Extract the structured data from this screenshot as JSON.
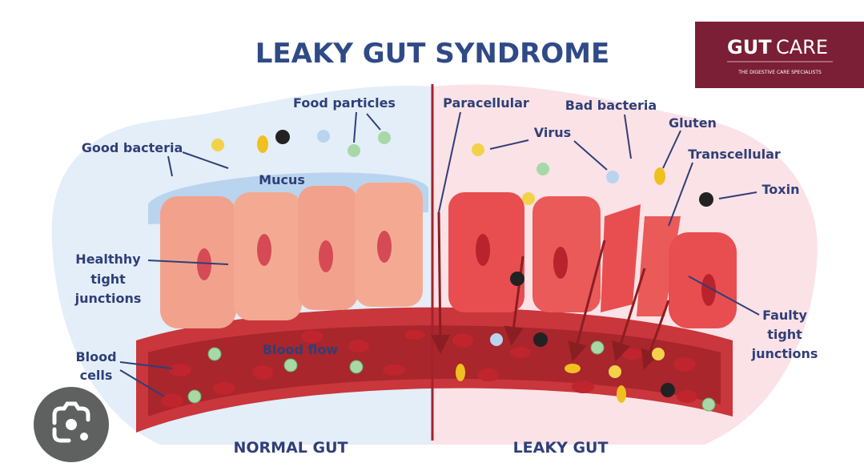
{
  "title": "LEAKY GUT SYNDROME",
  "logo": {
    "brand_bold": "GUT",
    "brand_light": "CARE",
    "tagline": "THE DIGESTIVE CARE SPECIALISTS",
    "color": "#7a1f35"
  },
  "normal": {
    "heading": "NORMAL GUT",
    "labels": {
      "food_particles": "Food particles",
      "good_bacteria": "Good bacteria",
      "mucus": "Mucus",
      "tight_junctions": [
        "Healthhy",
        "tight",
        "junctions"
      ],
      "blood_cells": [
        "Blood",
        "cells"
      ],
      "blood_flow": "Blood flow"
    }
  },
  "leaky": {
    "heading": "LEAKY GUT",
    "labels": {
      "paracellular": "Paracellular",
      "bad_bacteria": "Bad bacteria",
      "virus": "Virus",
      "gluten": "Gluten",
      "transcellular": "Transcellular",
      "toxin": "Toxin",
      "faulty_junctions": [
        "Faulty",
        "tight",
        "junctions"
      ]
    }
  },
  "colors": {
    "text": "#2f3f78",
    "normal_bg": "#e3eef8",
    "leaky_bg": "#fbe2e6",
    "vessel": "#b3282e",
    "divider": "#a3232b"
  },
  "overlay": {
    "icon": "google-lens-icon"
  }
}
